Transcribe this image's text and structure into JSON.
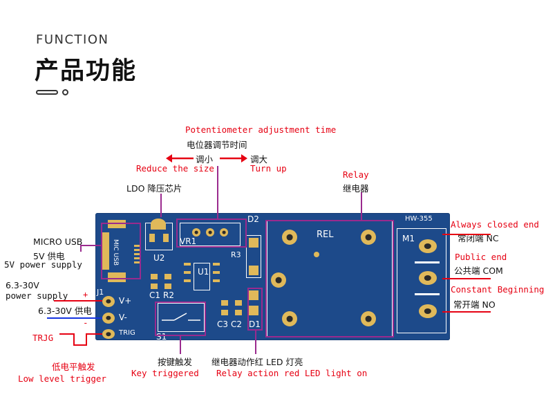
{
  "header": {
    "title_en": "FUNCTION",
    "title_zh": "产品功能"
  },
  "labels": {
    "pot_en": "Potentiometer adjustment time",
    "pot_zh": "电位器调节时间",
    "reduce_zh": "调小",
    "increase_zh": "调大",
    "reduce_en": "Reduce the size",
    "increase_en": "Turn up",
    "ldo": "LDO 降压芯片",
    "relay_en": "Relay",
    "relay_zh": "继电器",
    "usb": "MICRO USB",
    "usb_zh": "5V 供电",
    "usb_en": "5V power supply",
    "vin_range": "6.3-30V",
    "vin_en": "power supply",
    "vin_zh": "6.3-30V 供电",
    "plus": "+",
    "minus": "-",
    "trig": "TRJG",
    "low_zh": "低电平触发",
    "low_en": "Low level trigger",
    "key_zh": "按键触发",
    "key_en": "Key triggered",
    "led_zh": "继电器动作红 LED 灯亮",
    "led_en": "Relay action red LED light on",
    "nc_en": "Always closed end",
    "nc_zh": "常闭端 NC",
    "com_en": "Public end",
    "com_zh": "公共端 COM",
    "no_en": "Constant Beginning",
    "no_zh": "常开端 NO"
  },
  "pcb": {
    "model": "HW-355",
    "rel": "REL",
    "d2": "D2",
    "m1": "M1",
    "vr1": "VR1",
    "u2": "U2",
    "u1": "U1",
    "r3": "R3",
    "c1": "C1",
    "r2": "R2",
    "c3": "C3",
    "c2": "C2",
    "d1": "D1",
    "s1": "S1",
    "j1": "J1",
    "vplus": "V+",
    "vminus": "V-",
    "trig": "TRIG",
    "usb_silk": "MIC USB"
  },
  "colors": {
    "pcb": "#1d4a8a",
    "accent_red": "#e60012",
    "callout": "#9a2a8e",
    "pad_gold": "#e0b95a"
  }
}
